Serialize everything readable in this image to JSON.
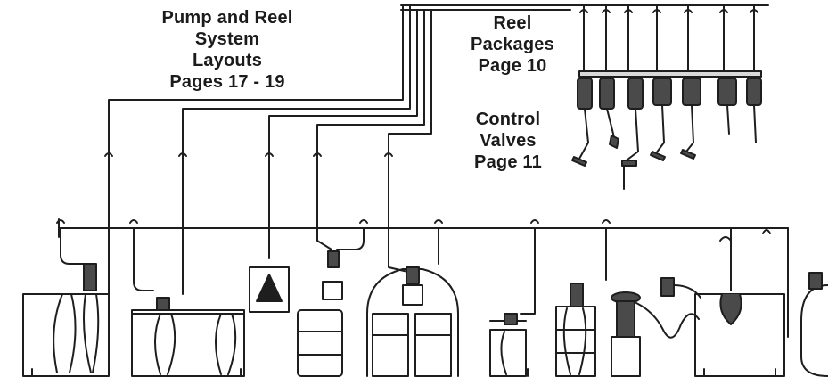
{
  "labels": {
    "pump_reel": [
      "Pump and Reel System",
      "Layouts",
      "Pages 17 - 19"
    ],
    "reel_packages": [
      "Reel",
      "Packages",
      "Page 10"
    ],
    "control_valves": [
      "Control",
      "Valves",
      "Page 11"
    ]
  },
  "colors": {
    "line": "#1e1e1e",
    "background": "#ffffff",
    "text": "#1b1b1b"
  }
}
